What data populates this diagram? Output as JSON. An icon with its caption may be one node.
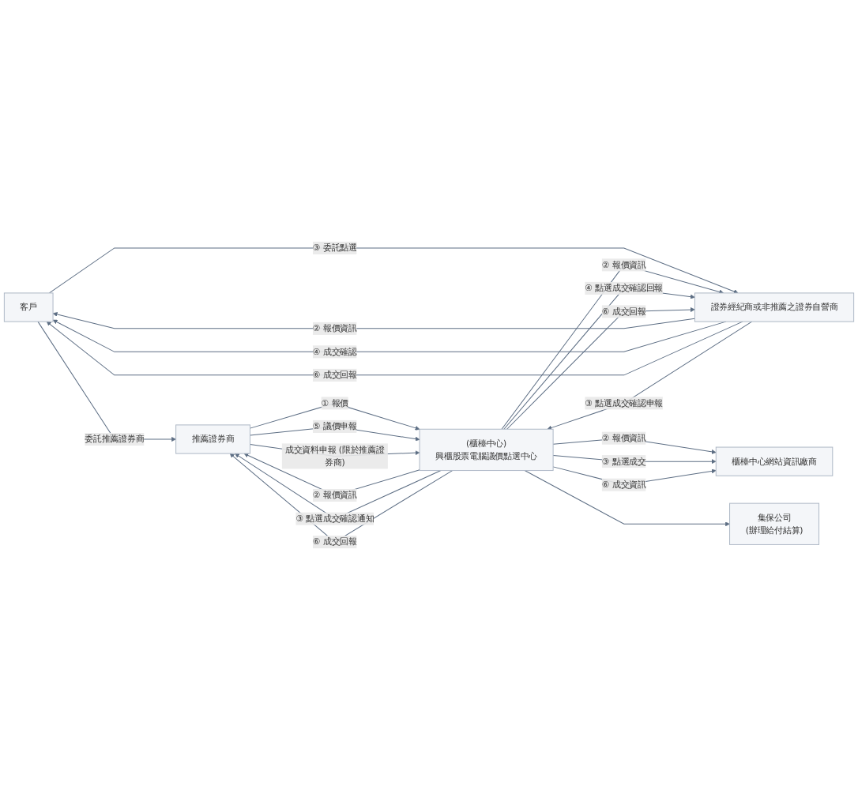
{
  "diagram": {
    "nodes": [
      {
        "text": [
          "客戶"
        ]
      },
      {
        "text": [
          "推薦證券商"
        ]
      },
      {
        "text": [
          "(櫃檯中心)",
          "興櫃股票電腦議價點選中心"
        ]
      },
      {
        "text": [
          "證券經紀商或非推薦之證券自營商"
        ]
      },
      {
        "text": [
          "櫃檯中心網站資訊廠商"
        ]
      },
      {
        "text": [
          "集保公司",
          "(辦理給付結算)"
        ]
      }
    ],
    "edges": [
      {
        "from": 0,
        "to": 1,
        "arrow": "to",
        "label": "委託推薦證券商"
      },
      {
        "from": 3,
        "to": 0,
        "arrow": "to",
        "label": "② 報價資訊"
      },
      {
        "from": 0,
        "to": 3,
        "arrow": "to",
        "label": "③ 委託點選"
      },
      {
        "from": 3,
        "to": 0,
        "arrow": "to",
        "label": "④ 成交確認"
      },
      {
        "from": 3,
        "to": 0,
        "arrow": "to",
        "label": "⑥ 成交回報"
      },
      {
        "from": 1,
        "to": 2,
        "arrow": "to",
        "label": "① 報價"
      },
      {
        "from": 2,
        "to": 1,
        "arrow": "to",
        "label": "② 報價資訊"
      },
      {
        "from": 2,
        "to": 1,
        "arrow": "to",
        "label": "③ 點選成交確認通知"
      },
      {
        "from": 1,
        "to": 2,
        "arrow": "to",
        "label": "⑤ 議價申報"
      },
      {
        "from": 2,
        "to": 1,
        "arrow": "to",
        "label": "⑥ 成交回報"
      },
      {
        "from": 1,
        "to": 2,
        "arrow": "to",
        "label": "成交資料申報 (限於推薦證券商)"
      },
      {
        "from": 2,
        "to": 3,
        "arrow": "to",
        "label": "② 報價資訊"
      },
      {
        "from": 3,
        "to": 2,
        "arrow": "to",
        "label": "③ 點選成交確認申報"
      },
      {
        "from": 2,
        "to": 3,
        "arrow": "to",
        "label": "④ 點選成交確認回報"
      },
      {
        "from": 2,
        "to": 3,
        "arrow": "to",
        "label": "⑥ 成交回報"
      },
      {
        "from": 2,
        "to": 4,
        "arrow": "to",
        "label": "② 報價資訊"
      },
      {
        "from": 2,
        "to": 4,
        "arrow": "to",
        "label": "③ 點選成交"
      },
      {
        "from": 2,
        "to": 4,
        "arrow": "to",
        "label": "⑥ 成交資訊"
      },
      {
        "from": 2,
        "to": 5,
        "arrow": "to"
      }
    ]
  }
}
